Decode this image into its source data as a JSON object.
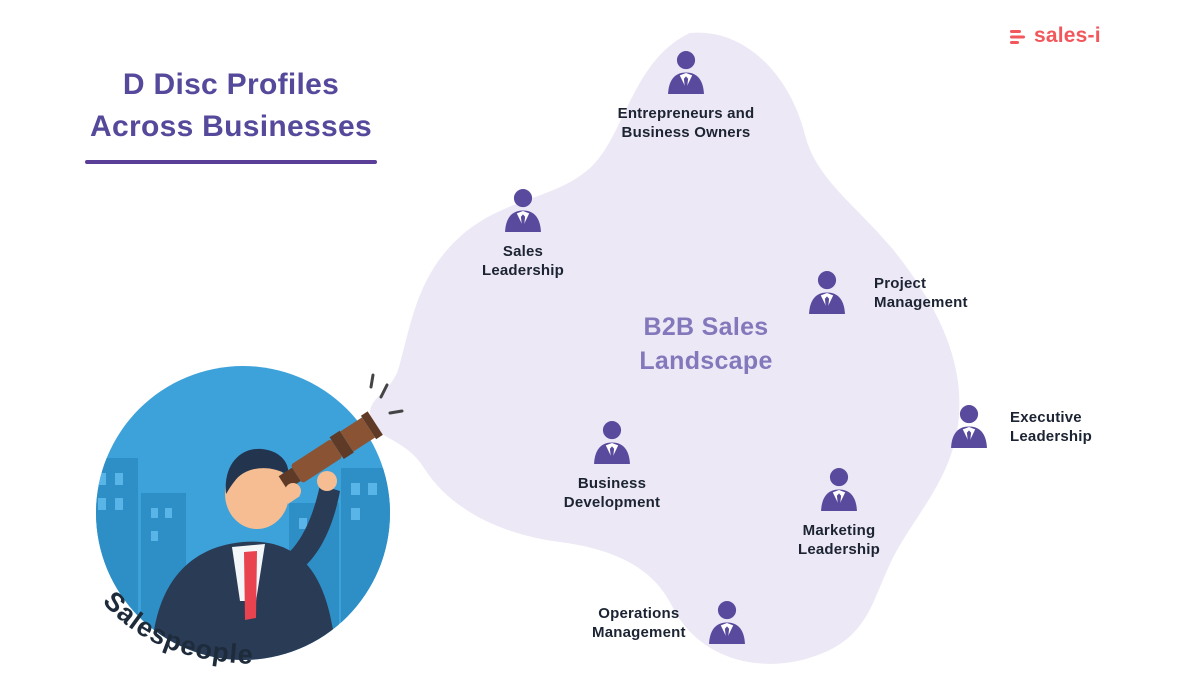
{
  "header": {
    "title_line1": "D Disc Profiles",
    "title_line2": "Across Businesses"
  },
  "brand": {
    "name": "sales-i"
  },
  "landscape": {
    "title_line1": "B2B Sales",
    "title_line2": "Landscape"
  },
  "roles": [
    {
      "id": "entrepreneurs-and-business-owners",
      "line1": "Entrepreneurs and",
      "line2": "Business Owners"
    },
    {
      "id": "sales-leadership",
      "line1": "Sales",
      "line2": "Leadership"
    },
    {
      "id": "project-management",
      "line1": "Project",
      "line2": "Management"
    },
    {
      "id": "executive-leadership",
      "line1": "Executive",
      "line2": "Leadership"
    },
    {
      "id": "business-development",
      "line1": "Business",
      "line2": "Development"
    },
    {
      "id": "marketing-leadership",
      "line1": "Marketing",
      "line2": "Leadership"
    },
    {
      "id": "operations-management",
      "line1": "Operations",
      "line2": "Management"
    }
  ],
  "illustration": {
    "caption": "Salespeople"
  },
  "colors": {
    "title_purple": "#54499b",
    "underline_purple": "#5b3e98",
    "accent_red": "#f2575c",
    "blob_lavender": "#ece8f5",
    "landscape_text_purple": "#8478bc",
    "icon_purple": "#5a4a9d",
    "label_dark": "#1c2433",
    "circle_blue": "#3da1da",
    "building_blue": "#2e8fc6",
    "suit_navy": "#2a3b55",
    "telescope_brown": "#8a5434",
    "tie_red": "#e8434f",
    "caption_navy": "#1e2b3b"
  }
}
